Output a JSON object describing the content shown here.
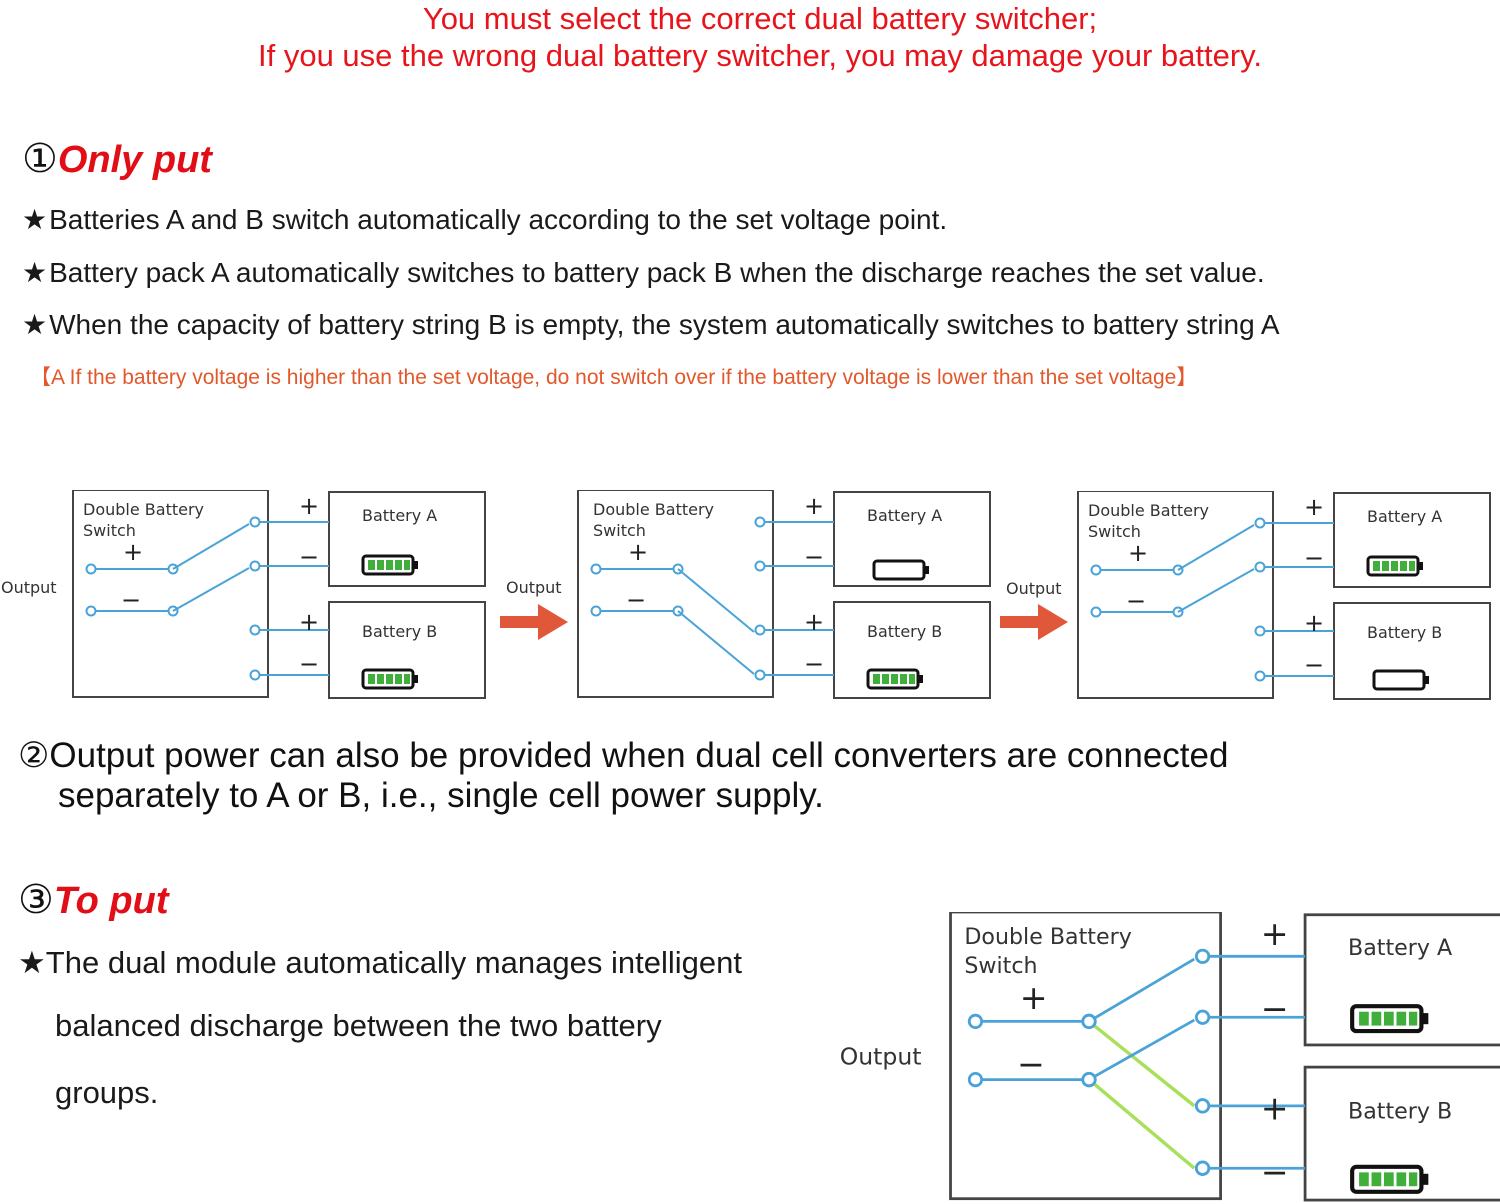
{
  "warning": {
    "line1": "You must select the correct dual battery switcher;",
    "line2": "If you use the wrong dual battery switcher, you may damage your battery."
  },
  "section1": {
    "number": "①",
    "title": "Only put",
    "bullets": [
      "Batteries A and B switch automatically according to the set voltage point.",
      "Battery pack A automatically switches to battery pack B when the discharge reaches the set value.",
      "When the capacity of battery string B is empty, the system automatically switches to battery string A"
    ],
    "bullet_symbol": "★",
    "note": "【A If the battery voltage is higher than the set voltage, do not switch over if the battery voltage is lower than the set voltage】"
  },
  "diagram_labels": {
    "switch_line1": "Double Battery",
    "switch_line2": "Switch",
    "output": "Output",
    "battery_a": "Battery A",
    "battery_b": "Battery B",
    "plus": "+",
    "minus": "−"
  },
  "diagrams": [
    {
      "state": "connected to Battery A",
      "battery_a_charge": "full",
      "battery_b_charge": "full"
    },
    {
      "state": "connected to Battery B",
      "battery_a_charge": "empty",
      "battery_b_charge": "full"
    },
    {
      "state": "connected to Battery A",
      "battery_a_charge": "full",
      "battery_b_charge": "empty"
    },
    {
      "state": "connected to both A and B",
      "battery_a_charge": "full",
      "battery_b_charge": "full"
    }
  ],
  "section2": {
    "number": "②",
    "line1": "Output power can also be provided when dual cell converters are connected",
    "line2": "separately to A or B, i.e., single cell power supply."
  },
  "section3": {
    "number": "③",
    "title": "To put",
    "bullet_symbol": "★",
    "line1": "The dual module automatically manages intelligent",
    "line2": "balanced discharge between the two battery",
    "line3": "groups."
  },
  "colors": {
    "warning_red": "#e8141b",
    "heading_red": "#e20e17",
    "note_orange": "#e2582b",
    "wire_blue": "#4aa3d8",
    "wire_green": "#a8e05a",
    "arrow_orange": "#e0573a",
    "cell_green": "#3fae3a"
  }
}
